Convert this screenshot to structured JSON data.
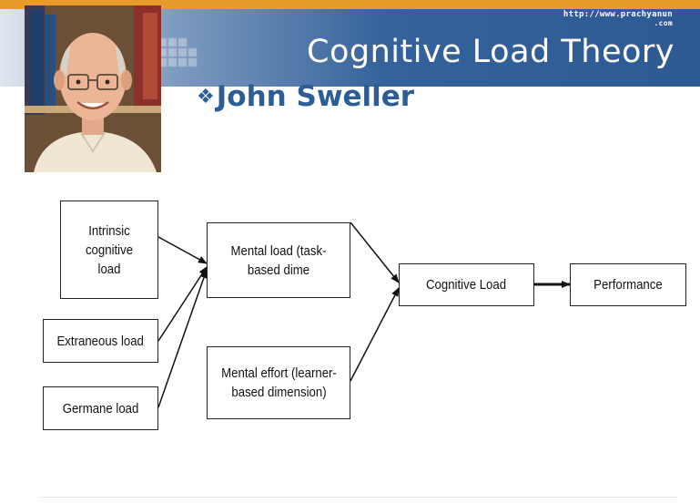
{
  "header": {
    "url_line1": "http://www.prachyanun",
    "url_line2": ".com",
    "title": "Cognitive Load Theory",
    "subtitle": "John Sweller",
    "bullet": "❖"
  },
  "diagram": {
    "nodes": {
      "intrinsic": "Intrinsic cognitive load",
      "extraneous": "Extraneous load",
      "germane": "Germane load",
      "mental_load": "Mental load (task-based dime",
      "mental_effort": "Mental effort (learner-based dimension)",
      "cognitive_load": "Cognitive Load",
      "performance": "Performance"
    }
  },
  "colors": {
    "accent_orange": "#e89a2a",
    "header_blue": "#2d5a94",
    "title_blue": "#2c5d97"
  }
}
